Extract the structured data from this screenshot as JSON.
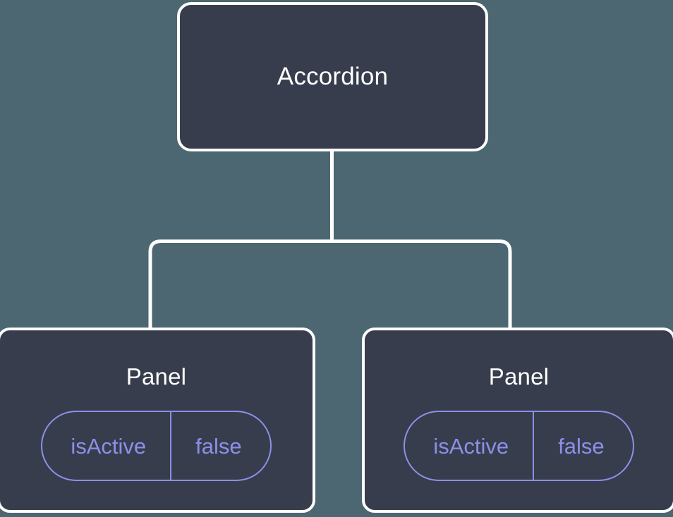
{
  "diagram": {
    "type": "component-tree",
    "background_color": "#4c6771",
    "node_fill_color": "#373d4c",
    "node_border_color": "#ffffff",
    "connector_color": "#ffffff",
    "accent_color": "#8b90e8",
    "root": {
      "label": "Accordion"
    },
    "children": [
      {
        "label": "Panel",
        "state": {
          "key": "isActive",
          "value": "false"
        }
      },
      {
        "label": "Panel",
        "state": {
          "key": "isActive",
          "value": "false"
        }
      }
    ]
  }
}
